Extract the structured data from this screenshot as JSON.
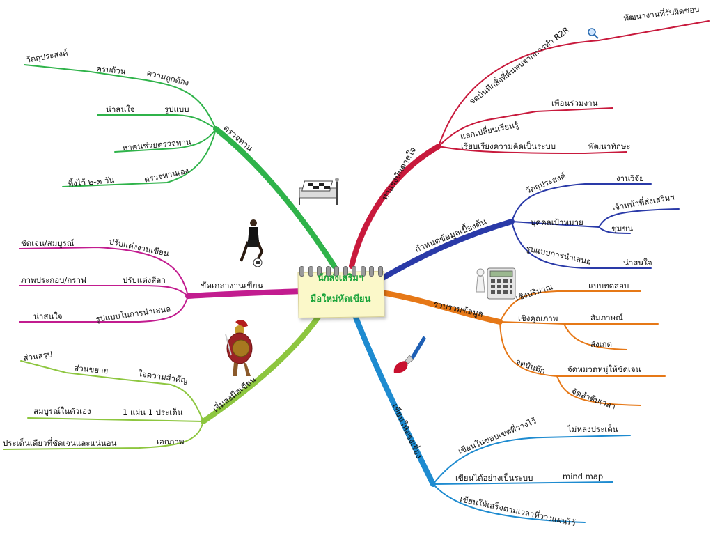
{
  "center": {
    "line1": "นักส่งเสริมฯ",
    "line2": "มือใหม่หัดเขียน"
  },
  "colors": {
    "red": "#c8193c",
    "blue": "#2a3aa8",
    "orange": "#e67817",
    "lightblue": "#1e8bd0",
    "lime": "#8dc63f",
    "magenta": "#c21c8f",
    "green": "#2fb34a"
  },
  "branches": {
    "inspire": {
      "label": "หาแรงบันดาลใจ",
      "c1": {
        "label": "จดบันทึกสิ่งที่ค้นพบจากการทำ R2R",
        "sub": "พัฒนางานที่รับผิดชอบ"
      },
      "c2": {
        "label": "แลกเปลี่ยนเรียนรู้",
        "sub": "เพื่อนร่วมงาน"
      },
      "c3": {
        "label": "เรียบเรียงความคิดเป็นระบบ",
        "sub": "พัฒนาทักษะ"
      }
    },
    "define": {
      "label": "กำหนดข้อมูลเบื้องต้น",
      "c1": {
        "label": "วัตถุประสงค์",
        "sub": "งานวิจัย"
      },
      "c2": {
        "label": "บุคคลเป้าหมาย",
        "sub1": "เจ้าหน้าที่ส่งเสริมฯ",
        "sub2": "ชุมชน"
      },
      "c3": {
        "label": "รูปแบบการนำเสนอ",
        "sub": "น่าสนใจ"
      }
    },
    "collect": {
      "label": "รวบรวมข้อมูล",
      "c1": {
        "label": "เชิงปริมาณ",
        "sub": "แบบทดสอบ"
      },
      "c2": {
        "label": "เชิงคุณภาพ",
        "sub1": "สัมภาษณ์",
        "sub2": "สังเกต"
      },
      "c3": {
        "label": "จดบันทึก",
        "sub1": "จัดหมวดหมู่ให้ชัดเจน",
        "sub2": "จัดลำดับเวลา"
      }
    },
    "write": {
      "label": "เขียนให้ตรงเรื่อง",
      "c1": {
        "label": "เขียนในขอบเขตที่วางไว้",
        "sub": "ไม่หลงประเด็น"
      },
      "c2": {
        "label": "เขียนได้อย่างเป็นระบบ",
        "sub": "mind map"
      },
      "c3": {
        "label": "เขียนให้เสร็จตามเวลาที่วางแผนไว้"
      }
    },
    "start": {
      "label": "เริ่มลงมือเขียน",
      "c1": {
        "label": "ใจความสำคัญ",
        "sub": "ส่วนขยาย",
        "subsub": "ส่วนสรุป"
      },
      "c2": {
        "label": "1 แผ่น 1 ประเด็น",
        "sub": "สมบูรณ์ในตัวเอง"
      },
      "c3": {
        "label": "เอกภาพ",
        "sub": "ประเด็นเดียวที่ชัดเจนและแน่นอน"
      }
    },
    "polish": {
      "label": "ขัดเกลางานเขียน",
      "c1": {
        "label": "ปรับแต่งงานเขียน",
        "sub": "ชัดเจน/สมบูรณ์"
      },
      "c2": {
        "label": "ปรับแต่งสีลา",
        "sub": "ภาพประกอบ/กราฟ"
      },
      "c3": {
        "label": "รูปแบบในการนำเสนอ",
        "sub": "น่าสนใจ"
      }
    },
    "review": {
      "label": "ตรวจทาน",
      "c1": {
        "label": "ความถูกต้อง",
        "sub": "ครบถ้วน",
        "subsub": "วัตถุประสงค์"
      },
      "c2": {
        "label": "รูปแบบ",
        "sub": "น่าสนใจ"
      },
      "c3": {
        "label": "หาคนช่วยตรวจทาน"
      },
      "c4": {
        "label": "ตรวจทานเอง",
        "sub": "ทิ้งไว้ ๒-๓ วัน"
      }
    }
  }
}
